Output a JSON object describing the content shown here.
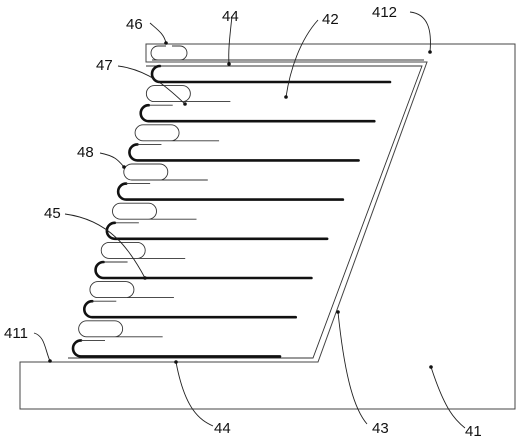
{
  "figure": {
    "labels": {
      "l41": "41",
      "l411": "411",
      "l412": "412",
      "l42": "42",
      "l43": "43",
      "l44_top": "44",
      "l44_bottom": "44",
      "l45": "45",
      "l46": "46",
      "l47": "47",
      "l48": "48"
    }
  }
}
